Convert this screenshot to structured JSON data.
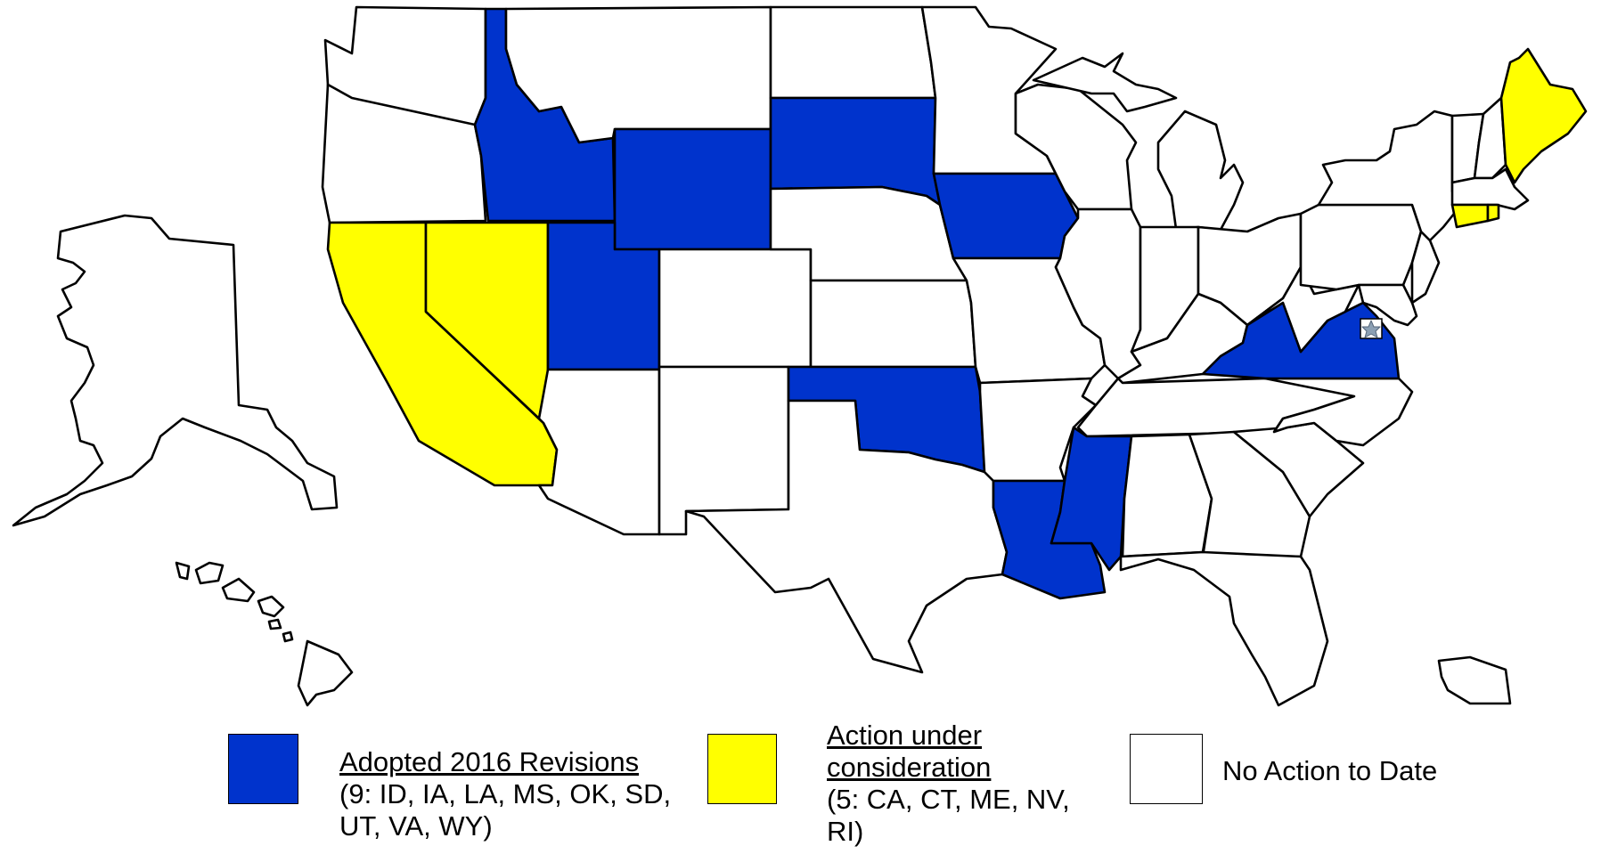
{
  "colors": {
    "adopted": "#0033CC",
    "consideration": "#FFFF00",
    "no_action": "#FFFFFF",
    "outline": "#000000",
    "capital_star": "#8CA0B4"
  },
  "legend": {
    "adopted": {
      "title": "Adopted 2016 Revisions",
      "detail": "(9: ID, IA, LA, MS, OK, SD, UT, VA, WY)"
    },
    "consideration": {
      "title": "Action under consideration",
      "detail": "(5: CA, CT, ME, NV, RI)"
    },
    "no_action": {
      "title": "No Action to Date"
    }
  },
  "states": {
    "adopted": [
      "ID",
      "IA",
      "LA",
      "MS",
      "OK",
      "SD",
      "UT",
      "VA",
      "WY"
    ],
    "consideration": [
      "CA",
      "CT",
      "ME",
      "NV",
      "RI"
    ]
  }
}
